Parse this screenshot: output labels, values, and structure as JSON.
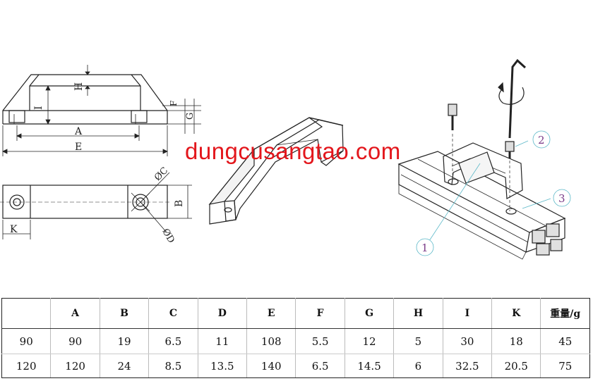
{
  "labels": {
    "A": "A",
    "E": "E",
    "H": "H",
    "I": "I",
    "F": "F",
    "G": "G",
    "B": "B",
    "K": "K",
    "C": "ØC",
    "D": "ØD",
    "callout1": "1",
    "callout2": "2",
    "callout3": "3"
  },
  "watermark": "dungcusangtao.com",
  "table": {
    "headers": [
      "",
      "A",
      "B",
      "C",
      "D",
      "E",
      "F",
      "G",
      "H",
      "I",
      "K",
      "重量/g"
    ],
    "rows": [
      [
        "90",
        "90",
        "19",
        "6.5",
        "11",
        "108",
        "5.5",
        "12",
        "5",
        "30",
        "18",
        "45"
      ],
      [
        "120",
        "120",
        "24",
        "8.5",
        "13.5",
        "140",
        "6.5",
        "14.5",
        "6",
        "32.5",
        "20.5",
        "75"
      ]
    ]
  },
  "colors": {
    "watermark": "#e3161c",
    "callout": "#7a3b88",
    "leader": "#5bb8c8"
  }
}
